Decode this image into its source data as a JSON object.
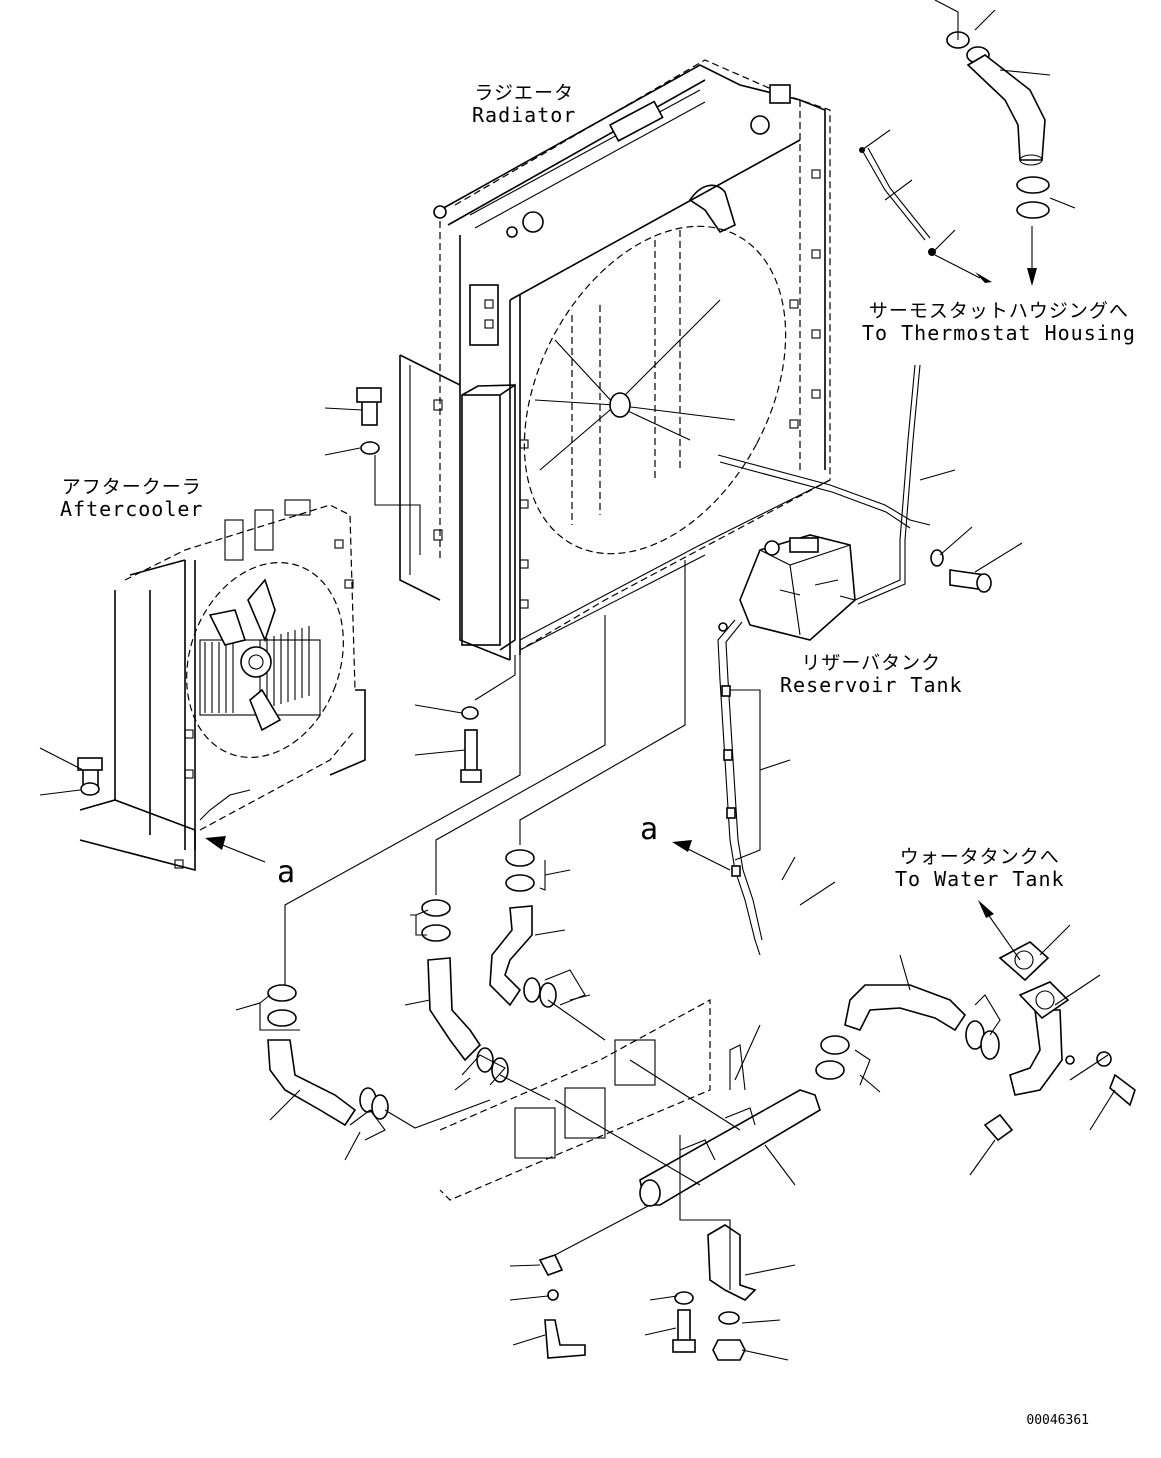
{
  "labels": {
    "radiator": {
      "jp": "ラジエータ",
      "en": "Radiator"
    },
    "aftercooler": {
      "jp": "アフタークーラ",
      "en": "Aftercooler"
    },
    "thermostat": {
      "jp": "サーモスタットハウジングへ",
      "en": "To Thermostat Housing"
    },
    "reservoir": {
      "jp": "リザーバタンク",
      "en": "Reservoir Tank"
    },
    "water_tank": {
      "jp": "ウォータタンクへ",
      "en": "To Water Tank"
    }
  },
  "reference_marks": {
    "a_left": "a",
    "a_right": "a"
  },
  "drawing_code": "00046361"
}
